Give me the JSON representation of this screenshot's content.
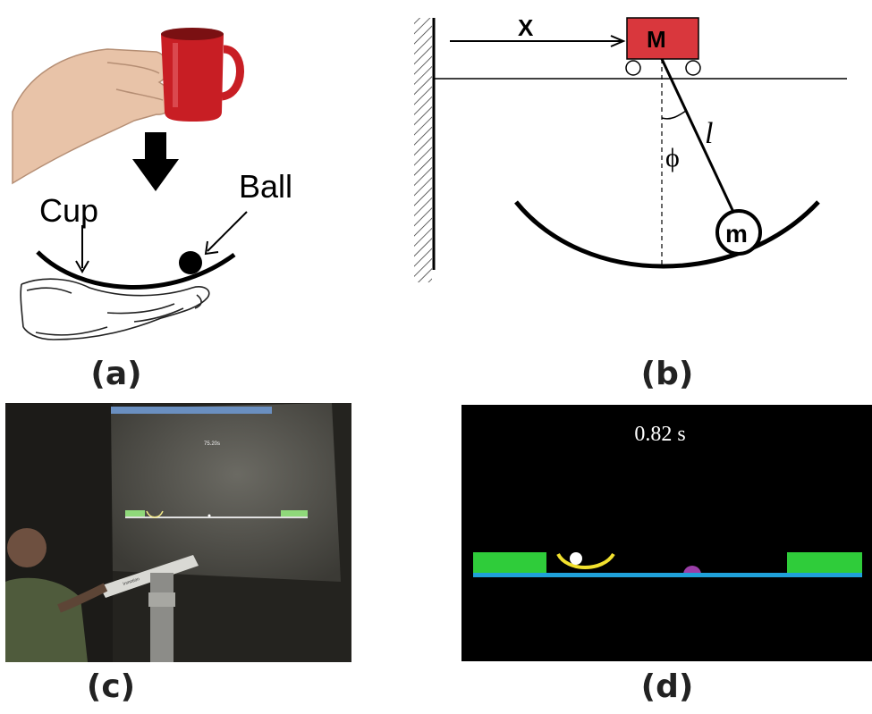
{
  "panel_a": {
    "label_cup": "Cup",
    "label_ball": "Ball",
    "caption": "(a)",
    "colors": {
      "mug": "#c81e24",
      "ball": "#000000",
      "skin": "#e8c3a8"
    }
  },
  "panel_b": {
    "label_x": "X",
    "label_cart": "M",
    "label_mass": "m",
    "label_angle": "ϕ",
    "label_length": "l",
    "caption": "(b)",
    "colors": {
      "cart": "#d9373d"
    }
  },
  "panel_c": {
    "screen_timer": "75.20s",
    "caption": "(c)"
  },
  "panel_d": {
    "timer": "0.82 s",
    "caption": "(d)",
    "colors": {
      "background": "#000000",
      "platform": "#1fa0d9",
      "block": "#2fcc3a",
      "cup": "#f2e12e",
      "ball": "#ffffff",
      "target": "#9b3ea8"
    }
  }
}
